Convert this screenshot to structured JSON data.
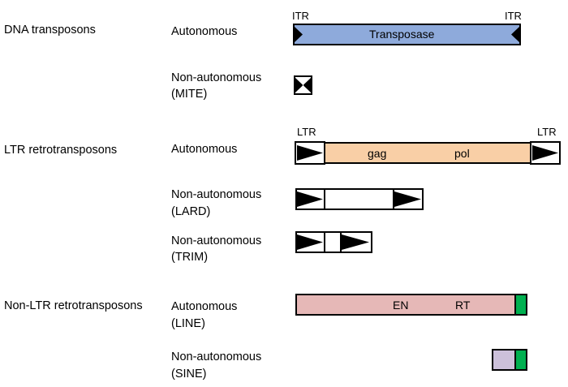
{
  "rows": {
    "dna": {
      "category": "DNA transposons",
      "autonomous_label": "Autonomous",
      "autonomous_left_end": "ITR",
      "autonomous_right_end": "ITR",
      "autonomous_gene": "Transposase",
      "mite_label_1": "Non-autonomous",
      "mite_label_2": "(MITE)"
    },
    "ltr": {
      "category": "LTR retrotransposons",
      "autonomous_label": "Autonomous",
      "autonomous_left_end": "LTR",
      "autonomous_right_end": "LTR",
      "gene_1": "gag",
      "gene_2": "pol",
      "lard_label_1": "Non-autonomous",
      "lard_label_2": "(LARD)",
      "trim_label_1": "Non-autonomous",
      "trim_label_2": "(TRIM)"
    },
    "nonltr": {
      "category": "Non-LTR retrotransposons",
      "line_label_1": "Autonomous",
      "line_label_2": "(LINE)",
      "gene_1": "EN",
      "gene_2": "RT",
      "sine_label_1": "Non-autonomous",
      "sine_label_2": "(SINE)"
    }
  },
  "colors": {
    "transposase": "#8eaadb",
    "gag_pol": "#f9cfa6",
    "line_body": "#e6b8b7",
    "sine_body": "#ccc0da",
    "tail_green": "#00b050"
  }
}
